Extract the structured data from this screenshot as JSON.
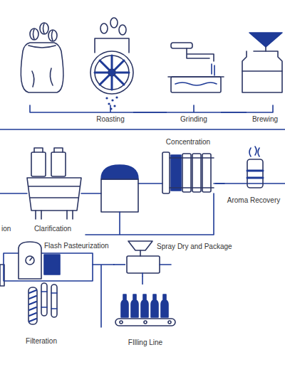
{
  "diagram": {
    "nodes": [
      {
        "text": [
          "Roasting"
        ]
      },
      {
        "text": [
          "Grinding"
        ]
      },
      {
        "text": [
          "Brewing"
        ]
      },
      {
        "text": [
          "Clarification"
        ]
      },
      {
        "text": [
          "Concentration"
        ]
      },
      {
        "text": [
          "Aroma Recovery"
        ]
      },
      {
        "text": [
          "Flash Pasteurization"
        ]
      },
      {
        "text": [
          "Filteration"
        ]
      },
      {
        "text": [
          "Spray Dry and Package"
        ]
      },
      {
        "text": [
          "FIlling Line"
        ]
      }
    ],
    "edges": [
      {
        "from": 0,
        "to": 1,
        "arrow": "none"
      },
      {
        "from": 1,
        "to": 2,
        "arrow": "none"
      },
      {
        "from": 4,
        "to": 5,
        "arrow": "none"
      },
      {
        "from": 6,
        "to": 8,
        "arrow": "none"
      },
      {
        "from": 8,
        "to": 9,
        "arrow": "none"
      }
    ],
    "labels": [
      "ion"
    ]
  }
}
